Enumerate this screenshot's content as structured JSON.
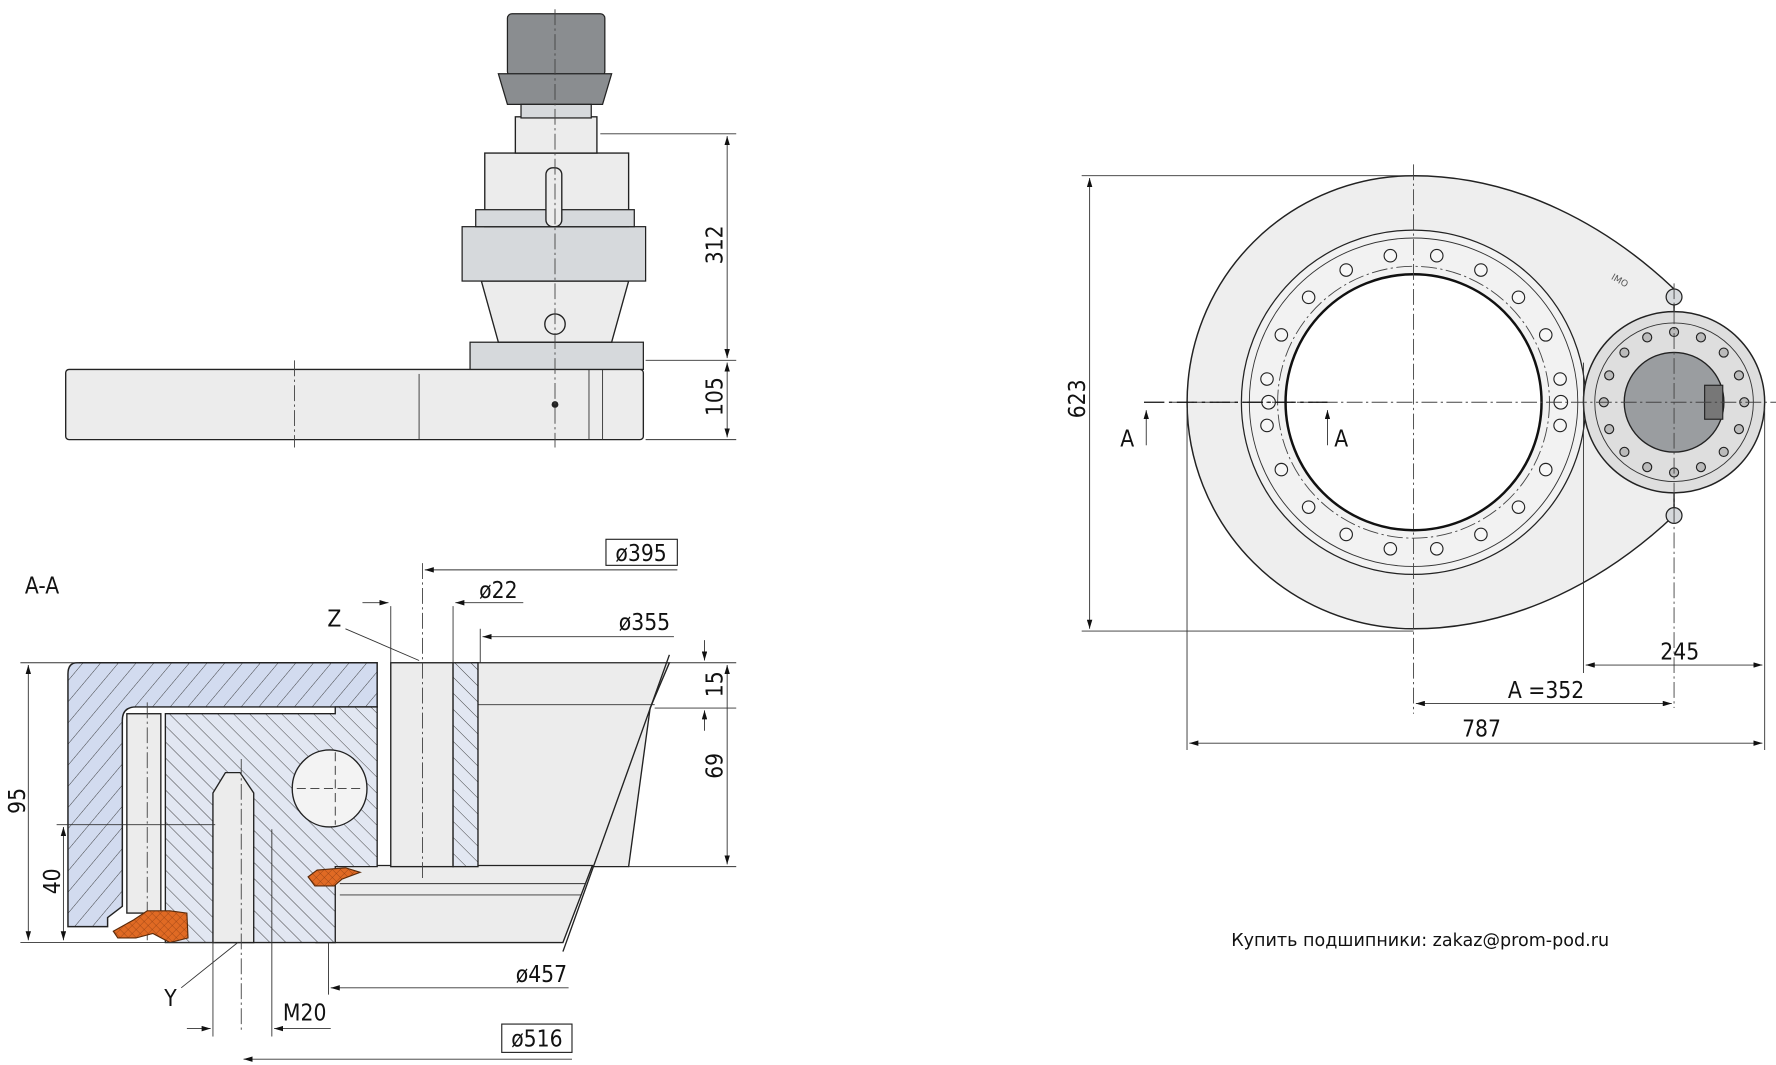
{
  "drawing": {
    "section_label": "A-A",
    "dimensions_top_view": {
      "height_gearbox": "312",
      "height_ring": "105"
    },
    "dimensions_plan_view": {
      "overall_height": "623",
      "pinion_offset": "245",
      "center_distance": "A =352",
      "overall_length": "787",
      "section_mark_left": "A",
      "section_mark_right": "A"
    },
    "dimensions_section": {
      "d395": "ø395",
      "d22": "ø22",
      "d355": "ø355",
      "d457": "ø457",
      "d516": "ø516",
      "thread": "M20",
      "h95": "95",
      "h40": "40",
      "h15": "15",
      "h69": "69",
      "detail_z": "Z",
      "detail_y": "Y"
    },
    "brand_mark": "IMO"
  },
  "footer": {
    "contact": "Купить подшипники: zakaz@prom-pod.ru"
  },
  "colors": {
    "section_fill": "#c9d3ea",
    "seal": "#e06a24",
    "body": "#ececec"
  }
}
